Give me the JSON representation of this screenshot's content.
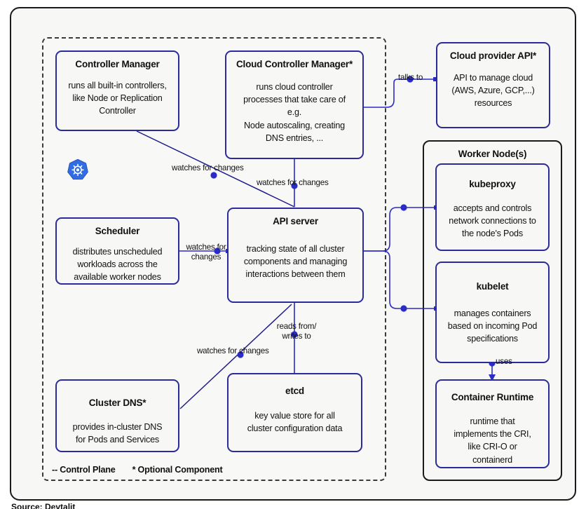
{
  "diagram": {
    "control_plane": {
      "legend_control_plane": "-- Control Plane",
      "legend_optional": "* Optional Component",
      "logo_alt": "kubernetes-logo"
    },
    "worker_node": {
      "title": "Worker Node(s)"
    },
    "boxes": {
      "controller_manager": {
        "title": "Controller Manager",
        "desc": "runs all built-in controllers,\nlike Node or Replication\nController"
      },
      "cloud_controller_manager": {
        "title": "Cloud Controller Manager*",
        "desc": "runs cloud controller\nprocesses that take care of\ne.g.\nNode autoscaling, creating\nDNS entries, ..."
      },
      "cloud_provider_api": {
        "title": "Cloud provider API*",
        "desc": "API to manage cloud\n(AWS, Azure, GCP,...)\nresources"
      },
      "scheduler": {
        "title": "Scheduler",
        "desc": "distributes unscheduled\nworkloads across the\navailable worker nodes"
      },
      "api_server": {
        "title": "API server",
        "desc": "tracking state of all cluster\ncomponents and managing\ninteractions between them"
      },
      "cluster_dns": {
        "title": "Cluster DNS*",
        "desc": "provides in-cluster DNS\nfor Pods and Services"
      },
      "etcd": {
        "title": "etcd",
        "desc": "key value store for all\ncluster configuration data"
      },
      "kubeproxy": {
        "title": "kubeproxy",
        "desc": "accepts and controls\nnetwork connections to\nthe node's Pods"
      },
      "kubelet": {
        "title": "kubelet",
        "desc": "manages containers\nbased on incoming Pod\nspecifications"
      },
      "container_runtime": {
        "title": "Container Runtime",
        "desc": "runtime that\nimplements the CRI,\nlike CRI-O or\ncontainerd"
      }
    },
    "edges": {
      "talks_to": "talks to",
      "cm_watches": "watches for changes",
      "ccm_watches": "watches for changes",
      "sched_watches": "watches for\nchanges",
      "etcd_reads": "reads from/\nwrites to",
      "dns_watches": "watches for changes",
      "runtime_uses": "uses"
    },
    "source": "Source: Devtalit",
    "colors": {
      "box_border": "#2b2b9e",
      "wire": "#2b2bc8",
      "frame": "#1a1a1a",
      "canvas": "#f7f7f5",
      "k8s_blue": "#326ce5"
    }
  }
}
